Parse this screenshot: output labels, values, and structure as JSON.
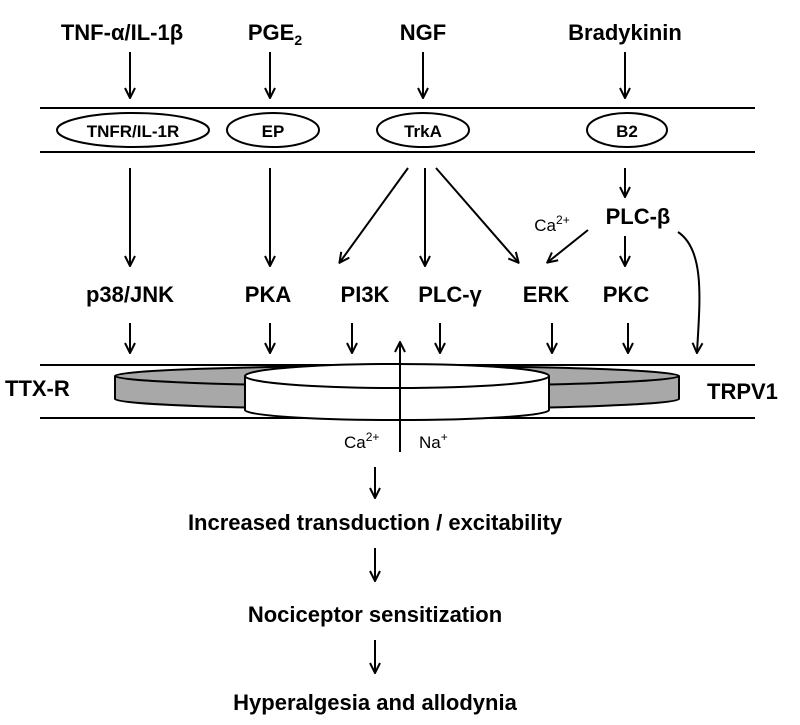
{
  "ligands": {
    "tnf": "TNF-α/IL-1β",
    "pge": "PGE",
    "pge_sub": "2",
    "ngf": "NGF",
    "bradykinin": "Bradykinin"
  },
  "receptors": {
    "tnfr": "TNFR/IL-1R",
    "ep": "EP",
    "trka": "TrkA",
    "b2": "B2"
  },
  "kinases": {
    "p38": "p38/JNK",
    "pka": "PKA",
    "pi3k": "PI3K",
    "plc_gamma": "PLC-γ",
    "erk": "ERK",
    "pkc": "PKC",
    "plc_beta": "PLC-β",
    "ca_label": "Ca",
    "ca_sup": "2+"
  },
  "channels": {
    "ttx_r": "TTX-R",
    "trpv1": "TRPV1",
    "ca_ion": "Ca",
    "ca_ion_sup": "2+",
    "na_ion": "Na",
    "na_ion_sup": "+"
  },
  "outcomes": {
    "step1": "Increased transduction / excitability",
    "step2": "Nociceptor sensitization",
    "step3": "Hyperalgesia and allodynia"
  }
}
